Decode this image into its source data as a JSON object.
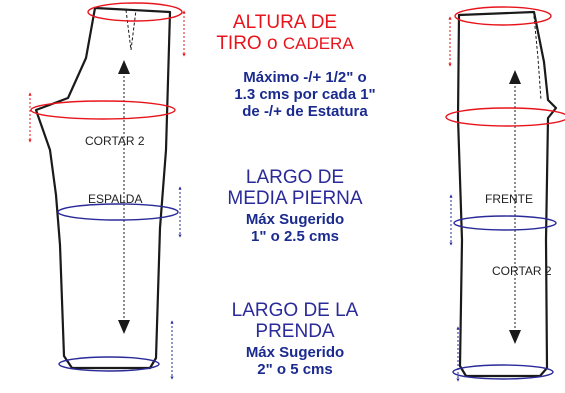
{
  "colors": {
    "red": "#e8141c",
    "blue": "#2a2a9a",
    "outline": "#1a1a1a",
    "dark_text": "#222222"
  },
  "back_piece": {
    "cut_label": "CORTAR 2",
    "piece_label": "ESPALDA"
  },
  "front_piece": {
    "piece_label": "FRENTE",
    "cut_label": "CORTAR 2"
  },
  "sections": {
    "rise": {
      "title_line1": "ALTURA DE",
      "title_line2_main": "TIRO o ",
      "title_line2_small": "CADERA",
      "detail_line1": "Máximo  -/+ 1/2\" o",
      "detail_line2": "1.3 cms por cada 1\"",
      "detail_line3": "de -/+ de Estatura"
    },
    "mid_leg": {
      "title_line1": "LARGO DE",
      "title_line2": "MEDIA PIERNA",
      "detail_line1": "Máx Sugerido",
      "detail_line2": "1\" o 2.5 cms"
    },
    "garment": {
      "title_line1": "LARGO DE LA",
      "title_line2": "PRENDA",
      "detail_line1": "Máx Sugerido",
      "detail_line2": "2\" o 5 cms"
    }
  }
}
